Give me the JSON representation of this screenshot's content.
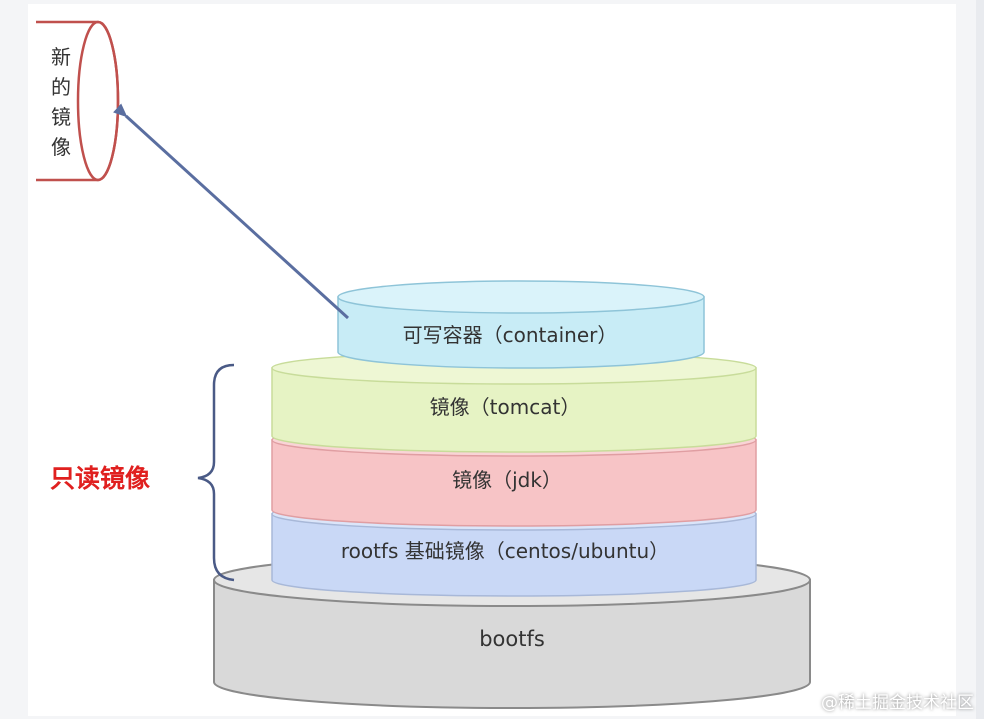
{
  "layers": {
    "container": "可写容器（container）",
    "tomcat": "镜像（tomcat）",
    "jdk": "镜像（jdk）",
    "rootfs": "rootfs 基础镜像（centos/ubuntu）",
    "bootfs": "bootfs"
  },
  "new_image": [
    "新",
    "的",
    "镜",
    "像"
  ],
  "readonly_label": "只读镜像",
  "watermark": "@稀土掘金技术社区",
  "colors": {
    "container": "#c8ecf6",
    "tomcat": "#e6f3c4",
    "jdk": "#f7c4c6",
    "rootfs": "#c9d8f6",
    "bootfs": "#d9d9d9",
    "new_image_outline": "#c0504d",
    "arrow": "#5a6ea0",
    "readonly_text": "#e0201f",
    "bracket": "#4a5a86"
  }
}
